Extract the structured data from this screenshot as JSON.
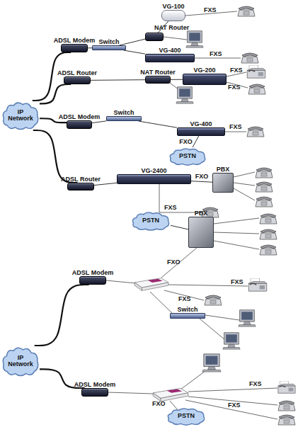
{
  "diagram": {
    "nodes": [
      {
        "text": [
          "IP Network"
        ]
      },
      {
        "text": [
          "ADSL Modem"
        ]
      },
      {
        "text": [
          "Switch"
        ]
      },
      {
        "text": [
          "NAT Router"
        ]
      },
      {
        "text": [
          "VG-100"
        ]
      },
      {
        "text": [
          "VG-400"
        ]
      },
      {
        "text": [
          "ADSL Router"
        ]
      },
      {
        "text": [
          "NAT Router"
        ]
      },
      {
        "text": [
          "VG-200"
        ]
      },
      {
        "text": [
          "ADSL Modem"
        ]
      },
      {
        "text": [
          "Switch"
        ]
      },
      {
        "text": [
          "VG-400"
        ]
      },
      {
        "text": [
          "PSTN"
        ]
      },
      {
        "text": [
          "ADSL Router"
        ]
      },
      {
        "text": [
          "VG-2400"
        ]
      },
      {
        "text": [
          "PBX"
        ]
      },
      {
        "text": [
          "PSTN"
        ]
      },
      {
        "text": [
          "PBX"
        ]
      },
      {
        "text": [
          "ADSL Modem"
        ]
      },
      {
        "text": [
          "Switch"
        ]
      },
      {
        "text": [
          "IP Network"
        ]
      },
      {
        "text": [
          "ADSL Modem"
        ]
      },
      {
        "text": [
          "PSTN"
        ]
      }
    ],
    "edges": [
      {
        "from": 0,
        "to": 1,
        "arrow": "none"
      },
      {
        "from": 0,
        "to": 6,
        "arrow": "none"
      },
      {
        "from": 0,
        "to": 9,
        "arrow": "none"
      },
      {
        "from": 0,
        "to": 13,
        "arrow": "none"
      },
      {
        "from": 1,
        "to": 2,
        "arrow": "none"
      },
      {
        "from": 2,
        "to": 3,
        "arrow": "none"
      },
      {
        "from": 2,
        "to": 5,
        "arrow": "none"
      },
      {
        "from": 3,
        "to": 4,
        "arrow": "none"
      },
      {
        "from": 6,
        "to": 7,
        "arrow": "none"
      },
      {
        "from": 7,
        "to": 8,
        "arrow": "none"
      },
      {
        "from": 9,
        "to": 10,
        "arrow": "none"
      },
      {
        "from": 10,
        "to": 11,
        "arrow": "none"
      },
      {
        "from": 11,
        "to": 12,
        "label": "FXO",
        "arrow": "none"
      },
      {
        "from": 13,
        "to": 14,
        "arrow": "none"
      },
      {
        "from": 14,
        "to": 15,
        "label": "FXO",
        "arrow": "none"
      },
      {
        "from": 16,
        "to": 17,
        "arrow": "none"
      },
      {
        "from": 20,
        "to": 18,
        "arrow": "none"
      },
      {
        "from": 20,
        "to": 21,
        "arrow": "none"
      }
    ],
    "labels": [
      "FXS",
      "FXS",
      "FXS",
      "FXS",
      "FXS",
      "FXS",
      "FXO",
      "FXS",
      "FXS",
      "FXS",
      "FXO",
      "FXS"
    ]
  }
}
